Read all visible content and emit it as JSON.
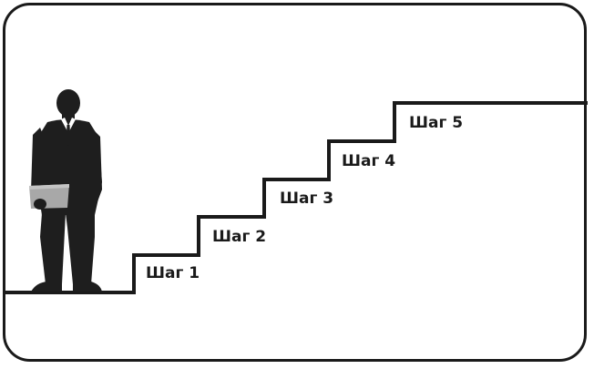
{
  "diagram": {
    "colors": {
      "line": "#1a1a1a",
      "figure": "#1e1e1e",
      "folder": "#a8a8a8",
      "shirt": "#ffffff"
    },
    "figure": {
      "icon": "businessman-silhouette-icon",
      "holding": "folder-icon"
    },
    "steps": [
      {
        "label": "Шаг 1"
      },
      {
        "label": "Шаг 2"
      },
      {
        "label": "Шаг 3"
      },
      {
        "label": "Шаг 4"
      },
      {
        "label": "Шаг 5"
      }
    ]
  }
}
